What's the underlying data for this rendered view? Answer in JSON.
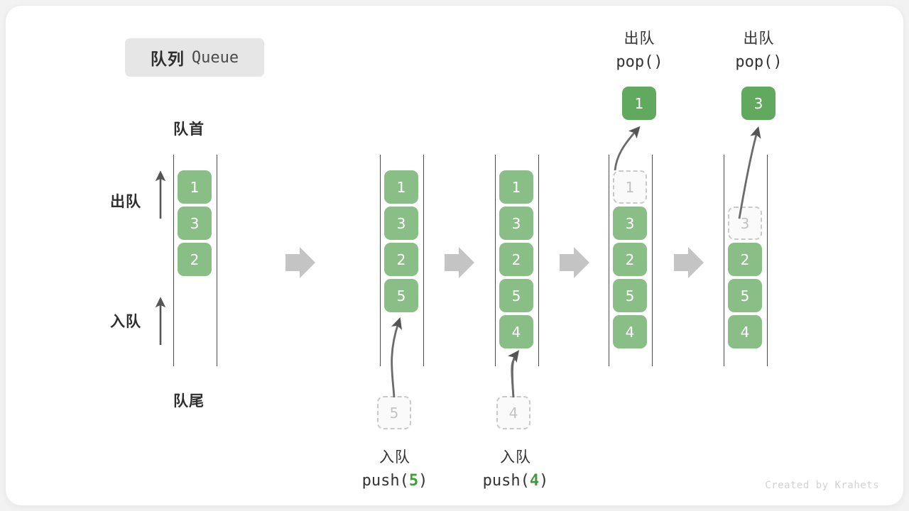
{
  "title": {
    "cn": "队列",
    "en": "Queue"
  },
  "colors": {
    "cell_green": "#8abe87",
    "cell_green_popped": "#61a95e",
    "ghost_border": "#c9c9c9",
    "ghost_text": "#c2c2c2",
    "rail": "#4a4a4a",
    "step_arrow": "#c4c4c4",
    "badge_bg": "#e6e6e6",
    "code_accent": "#3f9c3a",
    "text": "#2e2e2e"
  },
  "annotations": {
    "front": "队首",
    "rear": "队尾",
    "dequeue": "出队",
    "enqueue": "入队"
  },
  "columns": [
    {
      "id": "initial",
      "cells": [
        {
          "value": "1",
          "state": "filled"
        },
        {
          "value": "3",
          "state": "filled"
        },
        {
          "value": "2",
          "state": "filled"
        }
      ]
    },
    {
      "id": "after-push-5",
      "cells": [
        {
          "value": "1",
          "state": "filled"
        },
        {
          "value": "3",
          "state": "filled"
        },
        {
          "value": "2",
          "state": "filled"
        },
        {
          "value": "5",
          "state": "filled"
        }
      ],
      "incoming": {
        "value": "5"
      },
      "operation": {
        "cn": "入队",
        "fn": "push(",
        "arg": "5",
        "close": ")"
      }
    },
    {
      "id": "after-push-4",
      "cells": [
        {
          "value": "1",
          "state": "filled"
        },
        {
          "value": "3",
          "state": "filled"
        },
        {
          "value": "2",
          "state": "filled"
        },
        {
          "value": "5",
          "state": "filled"
        },
        {
          "value": "4",
          "state": "filled"
        }
      ],
      "incoming": {
        "value": "4"
      },
      "operation": {
        "cn": "入队",
        "fn": "push(",
        "arg": "4",
        "close": ")"
      }
    },
    {
      "id": "after-pop-1",
      "cells": [
        {
          "value": "1",
          "state": "ghost"
        },
        {
          "value": "3",
          "state": "filled"
        },
        {
          "value": "2",
          "state": "filled"
        },
        {
          "value": "5",
          "state": "filled"
        },
        {
          "value": "4",
          "state": "filled"
        }
      ],
      "popped": {
        "value": "1"
      },
      "operation": {
        "cn": "出队",
        "fn": "pop(",
        "arg": "",
        "close": ")"
      }
    },
    {
      "id": "after-pop-3",
      "cells": [
        {
          "value": "",
          "state": "empty"
        },
        {
          "value": "3",
          "state": "ghost"
        },
        {
          "value": "2",
          "state": "filled"
        },
        {
          "value": "5",
          "state": "filled"
        },
        {
          "value": "4",
          "state": "filled"
        }
      ],
      "popped": {
        "value": "3"
      },
      "operation": {
        "cn": "出队",
        "fn": "pop(",
        "arg": "",
        "close": ")"
      }
    }
  ],
  "footer": "Created by Krahets"
}
